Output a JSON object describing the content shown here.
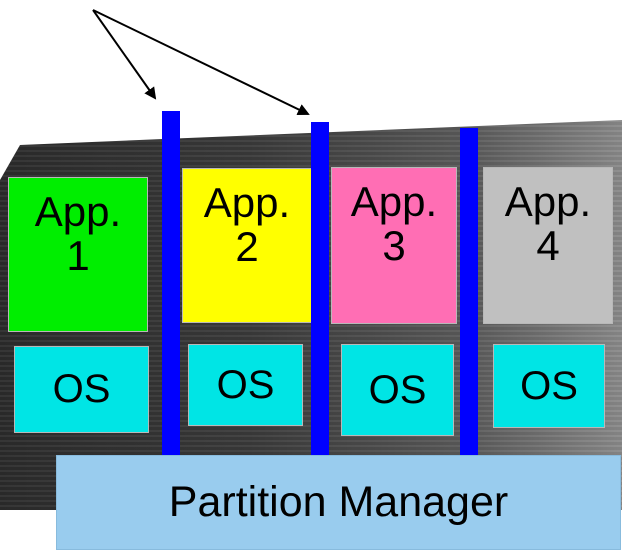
{
  "apps": [
    {
      "label": "App.\n1",
      "color": "#00ee00"
    },
    {
      "label": "App.\n2",
      "color": "#ffff00"
    },
    {
      "label": "App.\n3",
      "color": "#ff6eb4"
    },
    {
      "label": "App.\n4",
      "color": "#c0c0c0"
    }
  ],
  "os": [
    {
      "label": "OS"
    },
    {
      "label": "OS"
    },
    {
      "label": "OS"
    },
    {
      "label": "OS"
    }
  ],
  "partition_manager": {
    "label": "Partition Manager"
  },
  "colors": {
    "os": "#00e5e5",
    "hypervisor_bar": "#0000ff",
    "partition_manager": "#99ccee"
  }
}
